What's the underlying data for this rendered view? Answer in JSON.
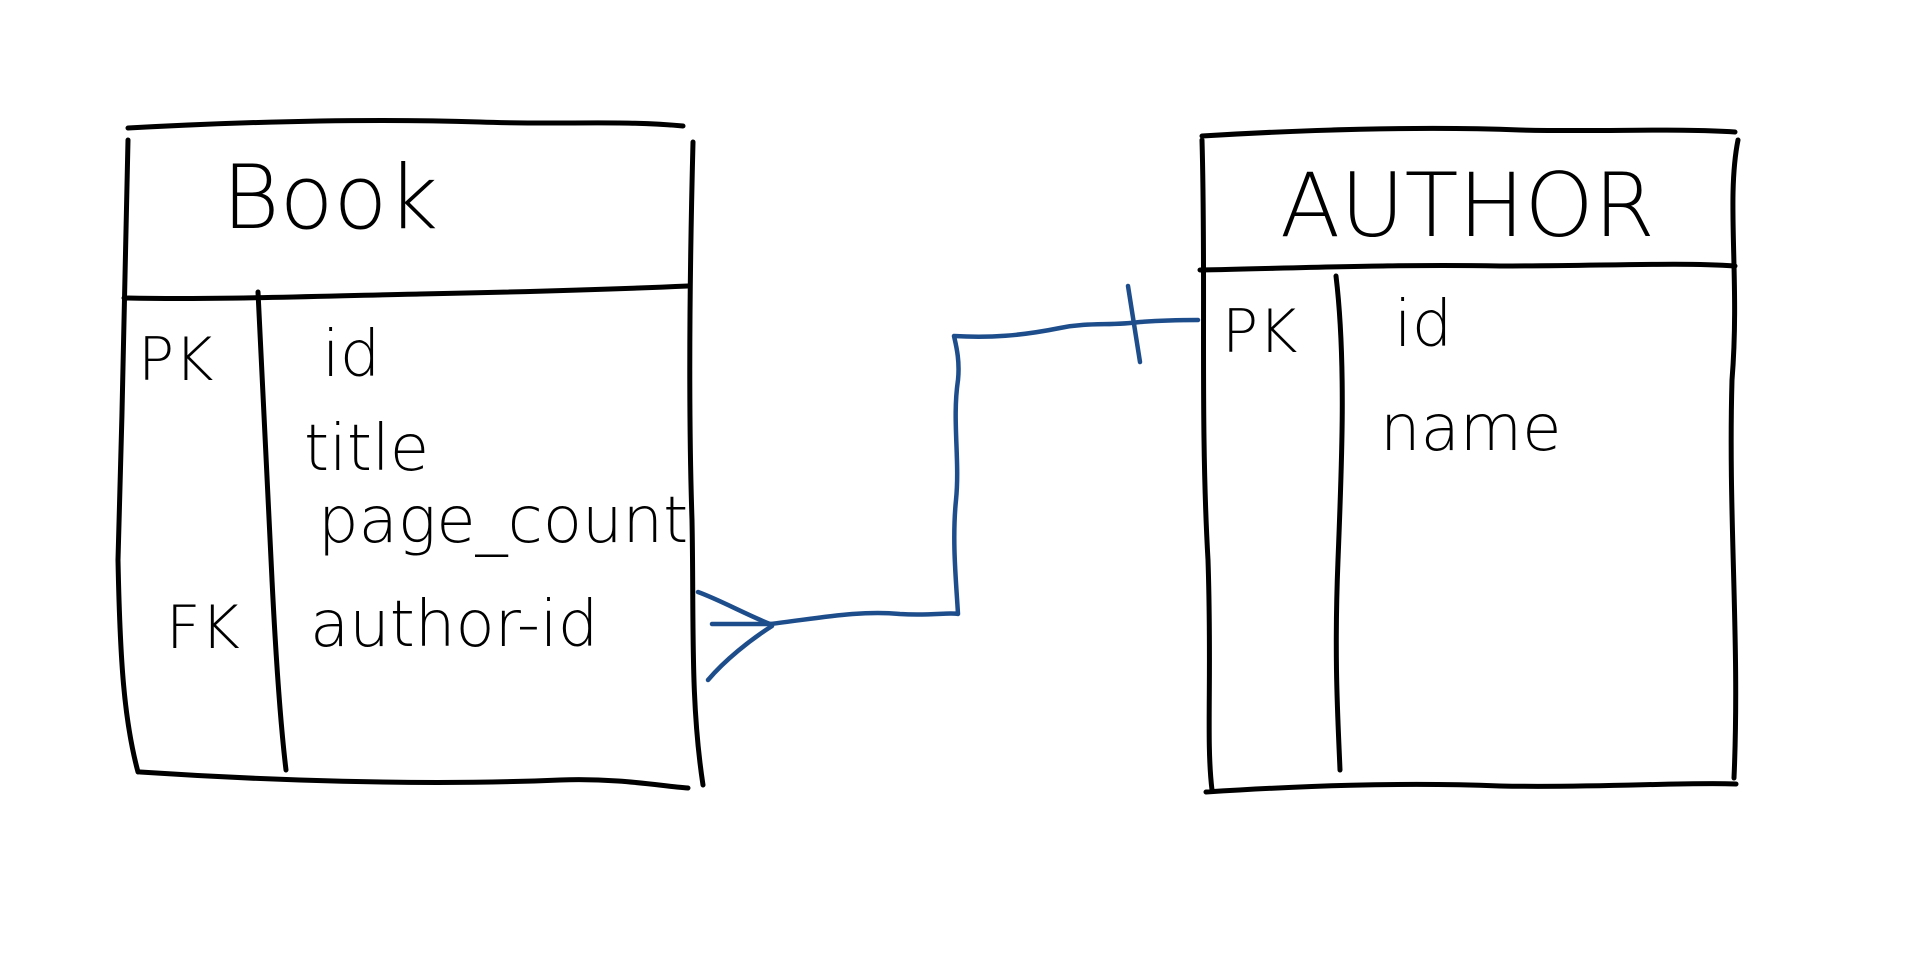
{
  "colors": {
    "ink": "#000000",
    "relationship": "#1e4d8c",
    "background": "#ffffff"
  },
  "entities": [
    {
      "name": "Book",
      "rows": [
        {
          "key": "PK",
          "field": "id"
        },
        {
          "key": "",
          "field": "title"
        },
        {
          "key": "",
          "field": "page_count"
        },
        {
          "key": "FK",
          "field": "author-id"
        }
      ]
    },
    {
      "name": "AUTHOR",
      "rows": [
        {
          "key": "PK",
          "field": "id"
        },
        {
          "key": "",
          "field": "name"
        }
      ]
    }
  ],
  "relationship": {
    "from_cardinality": "many",
    "to_cardinality": "one"
  }
}
